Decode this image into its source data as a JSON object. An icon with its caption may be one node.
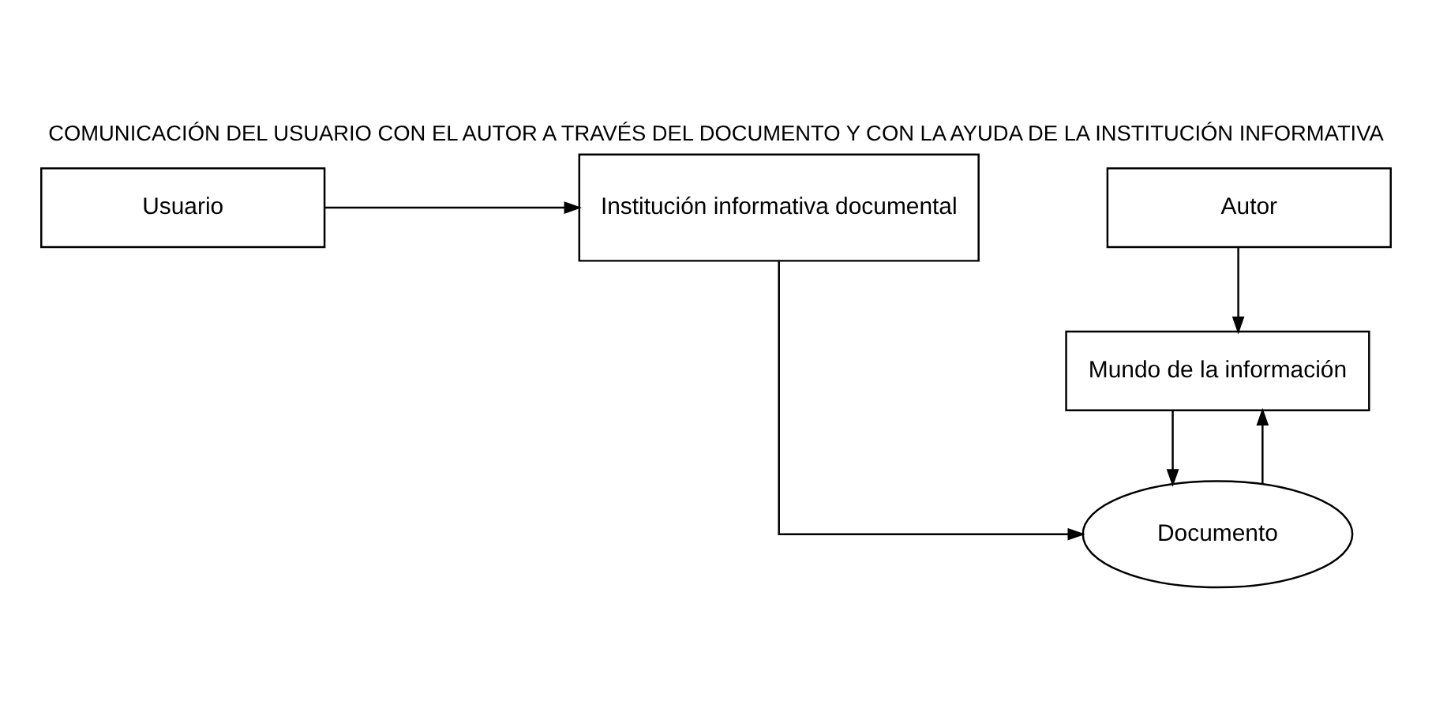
{
  "diagram": {
    "title": "COMUNICACIÓN DEL USUARIO CON EL AUTOR A TRAVÉS DEL DOCUMENTO Y CON LA AYUDA DE LA INSTITUCIÓN INFORMATIVA",
    "nodes": [
      {
        "text": [
          "Mundo de la información"
        ]
      },
      {
        "text": [
          "Documento"
        ]
      },
      {
        "text": [
          "Usuario"
        ]
      },
      {
        "text": [
          "Institución informativa documental"
        ]
      },
      {
        "text": [
          "Autor"
        ]
      }
    ],
    "edges": [
      {
        "from": 1,
        "to": 0,
        "arrow": "to"
      },
      {
        "from": 0,
        "to": 1,
        "arrow": "to"
      },
      {
        "from": 3,
        "to": 1,
        "arrow": "to"
      },
      {
        "from": 2,
        "to": 3,
        "arrow": "to"
      },
      {
        "from": 4,
        "to": 0,
        "arrow": "to"
      }
    ]
  }
}
